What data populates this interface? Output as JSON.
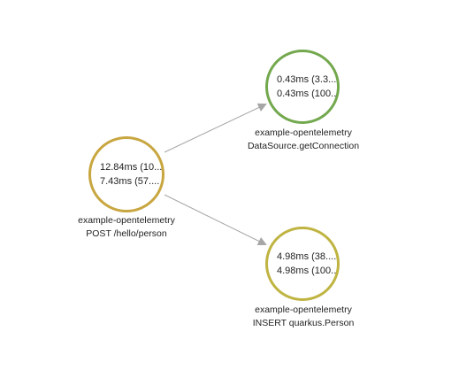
{
  "nodes": {
    "root": {
      "line1": "12.84ms (10...",
      "line2": "7.43ms (57....",
      "service": "example-opentelemetry",
      "operation": "POST /hello/person",
      "color": "#c8a640"
    },
    "datasource": {
      "line1": "0.43ms (3.3...",
      "line2": "0.43ms (100...",
      "service": "example-opentelemetry",
      "operation": "DataSource.getConnection",
      "color": "#73a84e"
    },
    "insert": {
      "line1": "4.98ms (38....",
      "line2": "4.98ms (100...",
      "service": "example-opentelemetry",
      "operation": "INSERT quarkus.Person",
      "color": "#bfb441"
    }
  },
  "edges": [
    {
      "from": "root",
      "to": "datasource"
    },
    {
      "from": "root",
      "to": "insert"
    }
  ],
  "colors": {
    "edge": "#a6a6a6"
  }
}
